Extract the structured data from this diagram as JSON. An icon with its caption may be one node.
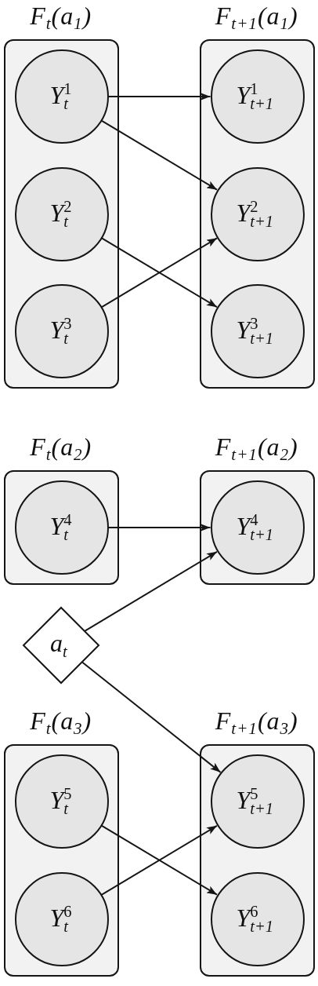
{
  "diagram": {
    "nodes": [
      {
        "text": [
          "F$_{t}$(a$_{1}$)"
        ]
      },
      {
        "text": [
          "Y$^{1}$$_{t}$"
        ],
        "in": 0
      },
      {
        "text": [
          "Y$^{2}$$_{t}$"
        ],
        "in": 0
      },
      {
        "text": [
          "Y$^{3}$$_{t}$"
        ],
        "in": 0
      },
      {
        "text": [
          "F$_{t+1}$(a$_{1}$)"
        ]
      },
      {
        "text": [
          "Y$^{1}$$_{t+1}$"
        ],
        "in": 4
      },
      {
        "text": [
          "Y$^{2}$$_{t+1}$"
        ],
        "in": 4
      },
      {
        "text": [
          "Y$^{3}$$_{t+1}$"
        ],
        "in": 4
      },
      {
        "text": [
          "F$_{t}$(a$_{2}$)"
        ]
      },
      {
        "text": [
          "Y$^{4}$$_{t}$"
        ],
        "in": 8
      },
      {
        "text": [
          "F$_{t+1}$(a$_{2}$)"
        ]
      },
      {
        "text": [
          "Y$^{4}$$_{t+1}$"
        ],
        "in": 10
      },
      {
        "text": [
          "a$_{t}$"
        ]
      },
      {
        "text": [
          "F$_{t}$(a$_{3}$)"
        ]
      },
      {
        "text": [
          "Y$^{5}$$_{t}$"
        ],
        "in": 13
      },
      {
        "text": [
          "Y$^{6}$$_{t}$"
        ],
        "in": 13
      },
      {
        "text": [
          "F$_{t+1}$(a$_{3}$)"
        ]
      },
      {
        "text": [
          "Y$^{5}$$_{t+1}$"
        ],
        "in": 16
      },
      {
        "text": [
          "Y$^{6}$$_{t+1}$"
        ],
        "in": 16
      }
    ],
    "edges": [
      {
        "from": 1,
        "to": 5,
        "arrow": "to"
      },
      {
        "from": 1,
        "to": 6,
        "arrow": "to"
      },
      {
        "from": 2,
        "to": 7,
        "arrow": "to"
      },
      {
        "from": 3,
        "to": 6,
        "arrow": "to"
      },
      {
        "from": 9,
        "to": 11,
        "arrow": "to"
      },
      {
        "from": 12,
        "to": 11,
        "arrow": "to"
      },
      {
        "from": 12,
        "to": 17,
        "arrow": "to"
      },
      {
        "from": 14,
        "to": 18,
        "arrow": "to"
      },
      {
        "from": 15,
        "to": 17,
        "arrow": "to"
      }
    ]
  }
}
